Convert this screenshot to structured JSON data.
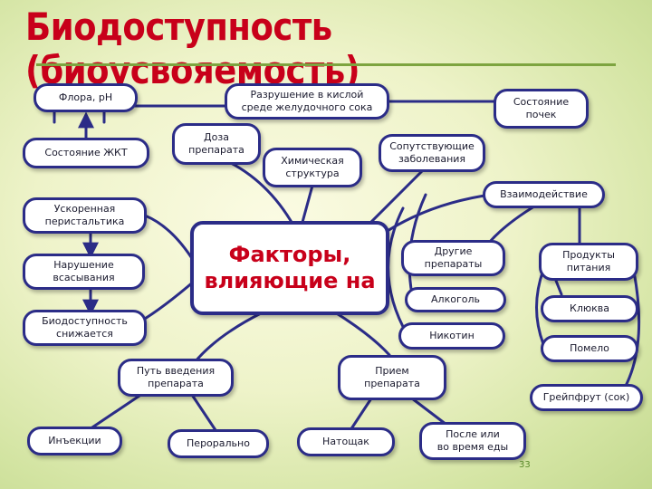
{
  "title": "Биодоступность (биоусвояемость)",
  "center_label": "Факторы,\nвлияющие на",
  "nodes": {
    "flora": "Флора, рН",
    "razrushenie": "Разрушение в кислой\nсреде желудочного сока",
    "pochki": "Состояние\nпочек",
    "zhkt": "Состояние ЖКТ",
    "doza": "Доза\nпрепарата",
    "himicheskaya": "Химическая\nструктура",
    "soput": "Сопутствующие\nзаболевания",
    "vzaimodeistvie": "Взаимодействие",
    "uskorennaya": "Ускоренная\nперистальтика",
    "narushenie": "Нарушение\nвсасывания",
    "bio_snizhaetsya": "Биодоступность\nснижается",
    "drugie": "Другие\nпрепараты",
    "alkogol": "Алкоголь",
    "nikotin": "Никотин",
    "produkty": "Продукты\nпитания",
    "klyukva": "Клюква",
    "pomelo": "Помело",
    "greipfrut": "Грейпфрут (сок)",
    "put": "Путь введения\nпрепарата",
    "priem": "Прием\nпрепарата",
    "inekcii": "Инъекции",
    "peroralno": "Перорально",
    "natoshak": "Натощак",
    "posle": "После или\nво время еды"
  },
  "page_number": "33",
  "colors": {
    "title": "#c8001a",
    "border": "#2b2c87",
    "rule": "#7da43f"
  }
}
